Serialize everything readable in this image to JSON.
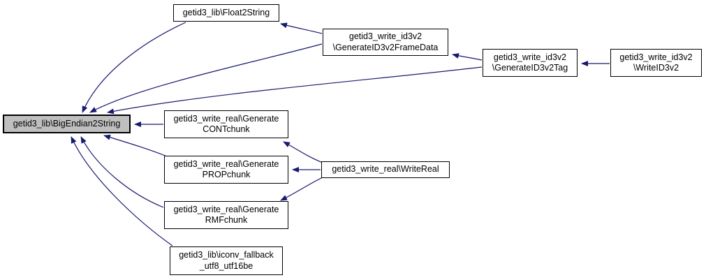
{
  "diagram": {
    "kind": "caller-graph",
    "colors": {
      "edge": "#191970",
      "node_fill": "#ffffff",
      "node_border": "#000000",
      "highlight_fill": "#bfbfbf",
      "background": "#ffffff"
    },
    "nodes": {
      "bigendian2string": {
        "line1": "getid3_lib\\BigEndian2String",
        "highlighted": true
      },
      "float2string": {
        "line1": "getid3_lib\\Float2String"
      },
      "generateid3v2framedata": {
        "line1": "getid3_write_id3v2",
        "line2": "\\GenerateID3v2FrameData"
      },
      "generateid3v2tag": {
        "line1": "getid3_write_id3v2",
        "line2": "\\GenerateID3v2Tag"
      },
      "writeid3v2": {
        "line1": "getid3_write_id3v2",
        "line2": "\\WriteID3v2"
      },
      "generatecontchunk": {
        "line1": "getid3_write_real\\Generate",
        "line2": "CONTchunk"
      },
      "generatepropchunk": {
        "line1": "getid3_write_real\\Generate",
        "line2": "PROPchunk"
      },
      "writereal": {
        "line1": "getid3_write_real\\WriteReal"
      },
      "generatermfchunk": {
        "line1": "getid3_write_real\\Generate",
        "line2": "RMFchunk"
      },
      "iconv_fallback": {
        "line1": "getid3_lib\\iconv_fallback",
        "line2": "_utf8_utf16be"
      }
    },
    "edges": [
      {
        "from": "getid3_lib\\Float2String",
        "to": "getid3_lib\\BigEndian2String"
      },
      {
        "from": "getid3_write_id3v2\\GenerateID3v2FrameData",
        "to": "getid3_lib\\Float2String"
      },
      {
        "from": "getid3_write_id3v2\\GenerateID3v2FrameData",
        "to": "getid3_lib\\BigEndian2String"
      },
      {
        "from": "getid3_write_id3v2\\GenerateID3v2Tag",
        "to": "getid3_write_id3v2\\GenerateID3v2FrameData"
      },
      {
        "from": "getid3_write_id3v2\\GenerateID3v2Tag",
        "to": "getid3_lib\\BigEndian2String"
      },
      {
        "from": "getid3_write_id3v2\\WriteID3v2",
        "to": "getid3_write_id3v2\\GenerateID3v2Tag"
      },
      {
        "from": "getid3_write_real\\GenerateCONTchunk",
        "to": "getid3_lib\\BigEndian2String"
      },
      {
        "from": "getid3_write_real\\GeneratePROPchunk",
        "to": "getid3_lib\\BigEndian2String"
      },
      {
        "from": "getid3_write_real\\GenerateRMFchunk",
        "to": "getid3_lib\\BigEndian2String"
      },
      {
        "from": "getid3_write_real\\WriteReal",
        "to": "getid3_write_real\\GenerateCONTchunk"
      },
      {
        "from": "getid3_write_real\\WriteReal",
        "to": "getid3_write_real\\GeneratePROPchunk"
      },
      {
        "from": "getid3_write_real\\WriteReal",
        "to": "getid3_write_real\\GenerateRMFchunk"
      },
      {
        "from": "getid3_lib\\iconv_fallback_utf8_utf16be",
        "to": "getid3_lib\\BigEndian2String"
      }
    ]
  }
}
